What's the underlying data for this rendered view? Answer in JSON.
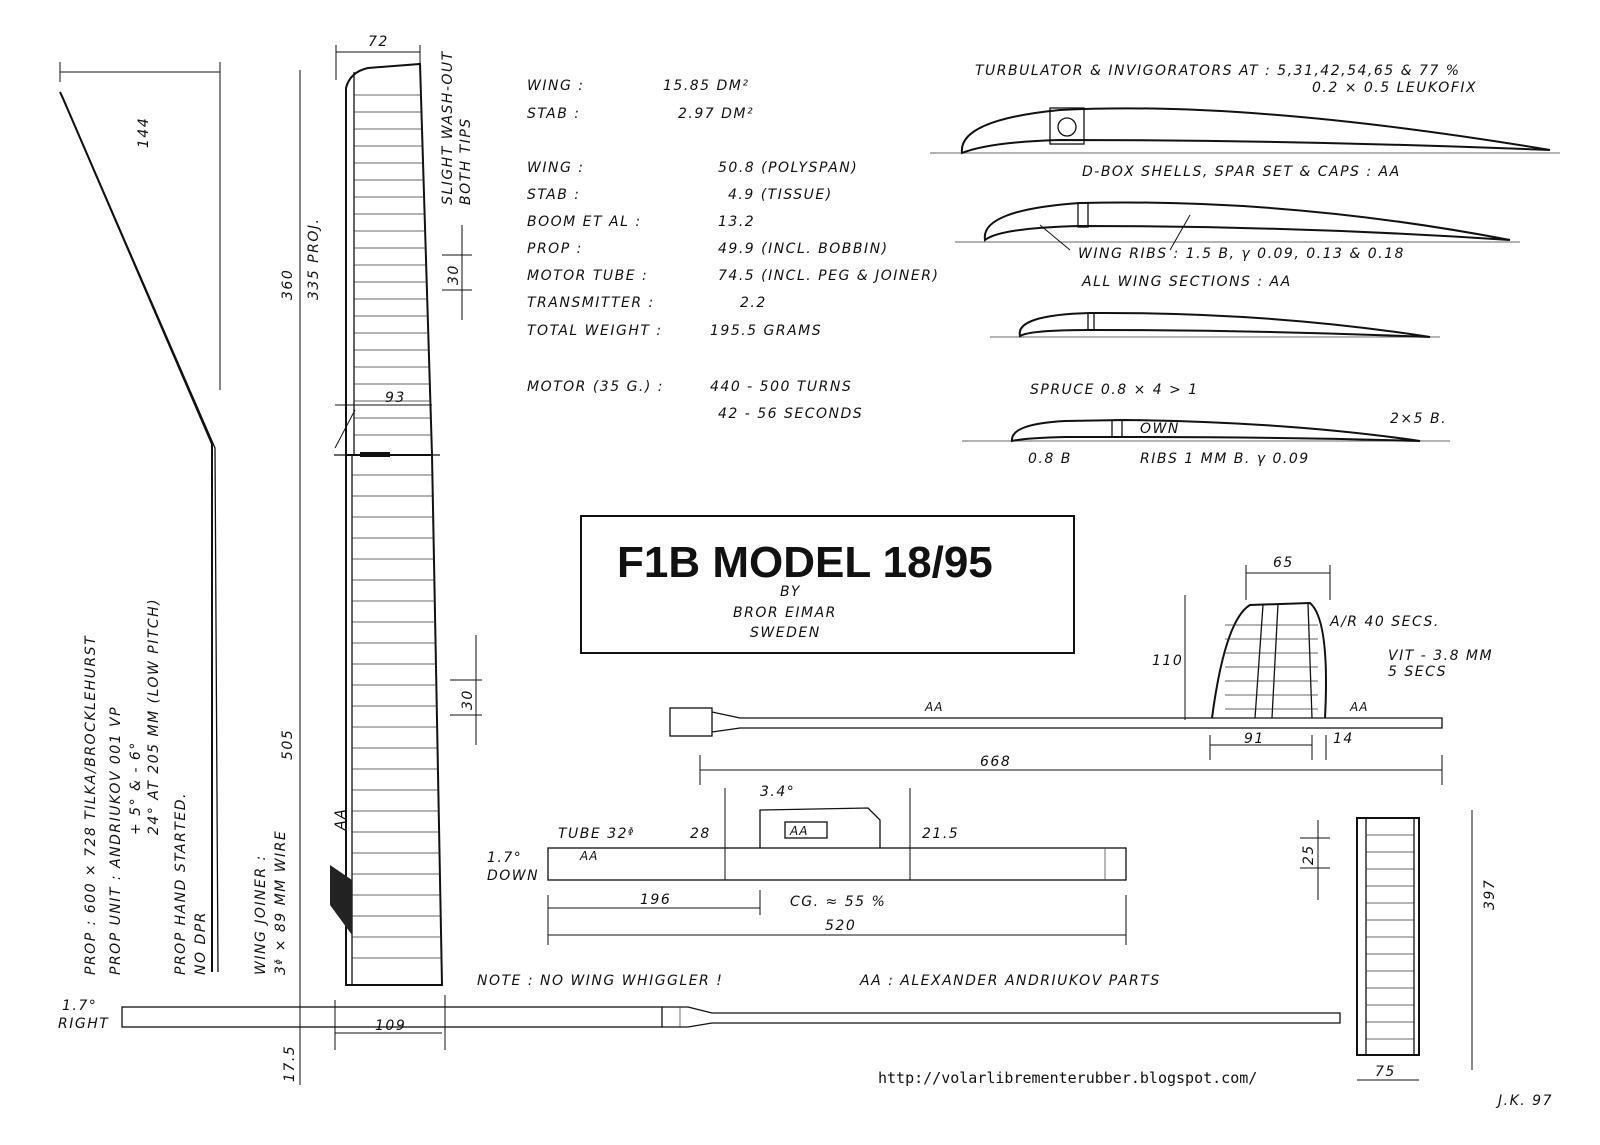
{
  "title_block": {
    "title": "F1B MODEL 18/95",
    "by": "BY",
    "author": "BROR EIMAR",
    "country": "SWEDEN"
  },
  "specs": {
    "area": [
      {
        "label": "WING :",
        "value": "15.85 DM²"
      },
      {
        "label": "STAB :",
        "value": "2.97 DM²"
      }
    ],
    "weights": [
      {
        "label": "WING :",
        "value": "50.8 (POLYSPAN)"
      },
      {
        "label": "STAB :",
        "value": "4.9 (TISSUE)"
      },
      {
        "label": "BOOM ET AL :",
        "value": "13.2"
      },
      {
        "label": "PROP :",
        "value": "49.9 (INCL. BOBBIN)"
      },
      {
        "label": "MOTOR TUBE :",
        "value": "74.5 (INCL. PEG & JOINER)"
      },
      {
        "label": "TRANSMITTER :",
        "value": "2.2"
      },
      {
        "label": "TOTAL WEIGHT :",
        "value": "195.5 GRAMS"
      }
    ],
    "motor_label": "MOTOR (35 G.) :",
    "motor_turns": "440 - 500 TURNS",
    "motor_time": "42 - 56 SECONDS"
  },
  "airfoil_notes": {
    "turbulator_line1": "TURBULATOR & INVIGORATORS AT : 5,31,42,54,65 & 77 %",
    "turbulator_line2": "0.2 × 0.5 LEUKOFIX",
    "dbox": "D-BOX SHELLS, SPAR SET & CAPS : AA",
    "ribs": "WING RIBS : 1.5 B, γ 0.09, 0.13 & 0.18",
    "sections": "ALL WING SECTIONS : AA",
    "spruce": "SPRUCE 0.8 × 4 > 1",
    "own": "OWN",
    "te": "2×5 B.",
    "le": "0.8 B",
    "stab_ribs": "RIBS 1 MM B. γ 0.09"
  },
  "prop_notes": {
    "prop": "PROP : 600 × 728 TILKA/BROCKLEHURST",
    "unit": "PROP UNIT : ANDRIUKOV 001 VP",
    "pitch1": "+ 5° & - 6°",
    "pitch2": "24° AT 205 MM (LOW PITCH)",
    "hand1": "PROP HAND STARTED.",
    "hand2": "NO DPR",
    "joiner1": "WING JOINER :",
    "joiner2": "3ᶲ × 89 MM WIRE"
  },
  "wing_plan": {
    "chord_tip": "72",
    "chord_mid": "93",
    "chord_root": "109",
    "span_outer": "360",
    "span_outer_proj": "335 PROJ.",
    "span_inner": "505",
    "washout1": "SLIGHT WASH-OUT",
    "washout2": "BOTH TIPS",
    "dim_30_a": "30",
    "dim_30_b": "30",
    "dim_175": "17.5",
    "aa": "AA",
    "dihedral_tip": "144",
    "offset_angle": "1.7°",
    "offset_dir": "RIGHT"
  },
  "side_view": {
    "fin_top": "65",
    "fin_height": "110",
    "fin_base": "91",
    "fin_gap": "14",
    "length": "668",
    "dt": "A/R 40 SECS.",
    "vit1": "VIT - 3.8 MM",
    "vit2": "5 SECS",
    "aa_boom": "AA",
    "aa_tail": "AA"
  },
  "motor_tube": {
    "tube": "TUBE 32ᶲ",
    "angle": "3.4°",
    "d1": "28",
    "d2": "21.5",
    "down_angle": "1.7°",
    "down": "DOWN",
    "cg_dist": "196",
    "cg": "CG. ≈ 55 %",
    "len": "520",
    "aa": "AA",
    "aa2": "AA"
  },
  "stab": {
    "dim_25": "25",
    "dim_397": "397",
    "dim_75": "75"
  },
  "notes": {
    "whiggler": "NOTE : NO WING WHIGGLER !",
    "aa_legend": "AA : ALEXANDER ANDRIUKOV PARTS"
  },
  "footer": {
    "url": "http://volarlibrementerubber.blogspot.com/",
    "signature": "J.K. 97"
  }
}
